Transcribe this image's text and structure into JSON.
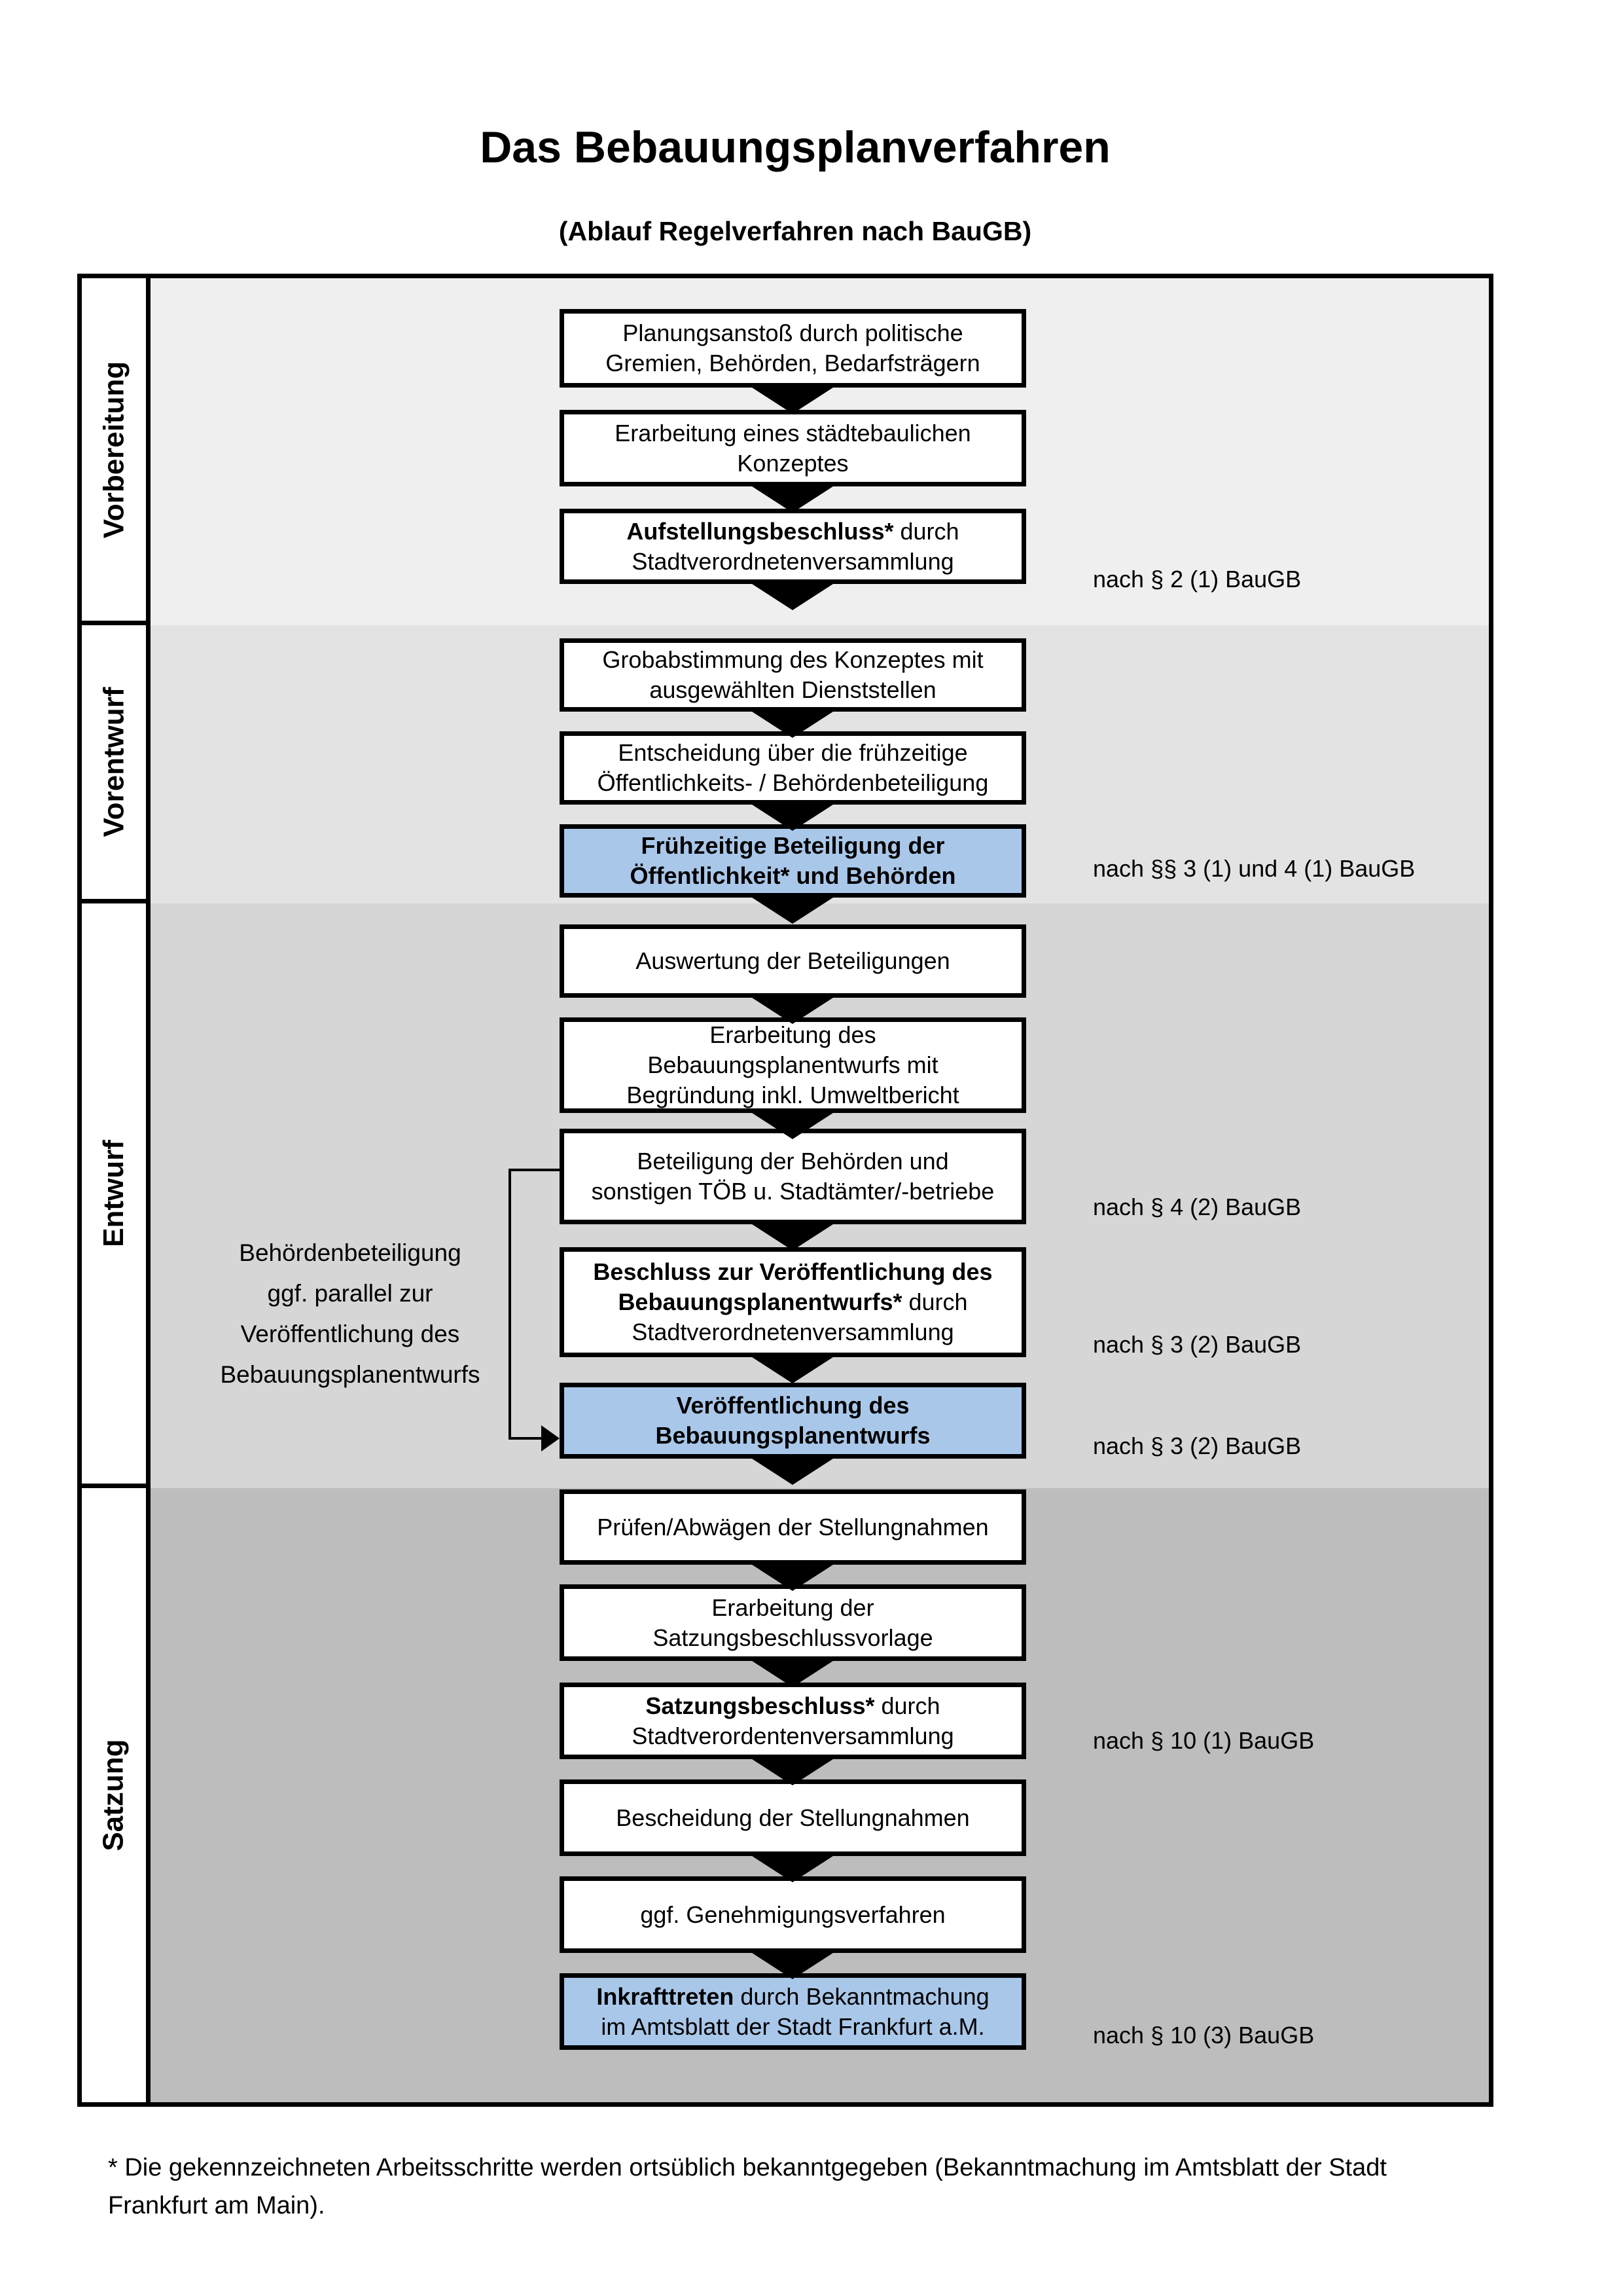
{
  "title": "Das Bebauungsplanverfahren",
  "subtitle": "(Ablauf Regelverfahren nach BauGB)",
  "phases": [
    {
      "label": "Vorbereitung"
    },
    {
      "label": "Vorentwurf"
    },
    {
      "label": "Entwurf"
    },
    {
      "label": "Satzung"
    }
  ],
  "colors": {
    "highlight": "#a9c7e9",
    "phase_bg": [
      "#efefef",
      "#e3e3e3",
      "#d6d6d6",
      "#bdbdbd"
    ],
    "box_border": "#000000"
  },
  "steps": [
    {
      "bold": "",
      "text": "Planungsanstoß durch politische\nGremien, Behörden, Bedarfsträgern",
      "law": ""
    },
    {
      "bold": "",
      "text": "Erarbeitung eines städtebaulichen\nKonzeptes",
      "law": ""
    },
    {
      "bold": "Aufstellungsbeschluss*",
      "text": " durch\nStadtverordnetenversammlung",
      "law": "nach § 2 (1) BauGB"
    },
    {
      "bold": "",
      "text": "Grobabstimmung des Konzeptes mit\nausgewählten Dienststellen",
      "law": ""
    },
    {
      "bold": "",
      "text": "Entscheidung über die frühzeitige\nÖffentlichkeits- / Behördenbeteiligung",
      "law": ""
    },
    {
      "bold": "Frühzeitige Beteiligung der\nÖffentlichkeit* und Behörden",
      "text": "",
      "highlight": true,
      "law": "nach §§ 3 (1) und 4 (1) BauGB"
    },
    {
      "bold": "",
      "text": "Auswertung der Beteiligungen",
      "law": ""
    },
    {
      "bold": "",
      "text": "Erarbeitung des\nBebauungsplanentwurfs mit\nBegründung inkl. Umweltbericht",
      "law": ""
    },
    {
      "bold": "",
      "text": "Beteiligung der Behörden und\nsonstigen TÖB u. Stadtämter/-betriebe",
      "law": "nach § 4 (2) BauGB"
    },
    {
      "bold": "Beschluss zur Veröffentlichung des\nBebauungsplanentwurfs*",
      "text": " durch\nStadtverordnetenversammlung",
      "law": "nach § 3 (2) BauGB"
    },
    {
      "bold": "Veröffentlichung des\nBebauungsplanentwurfs",
      "text": "",
      "highlight": true,
      "law": "nach § 3 (2) BauGB"
    },
    {
      "bold": "",
      "text": "Prüfen/Abwägen der Stellungnahmen",
      "law": ""
    },
    {
      "bold": "",
      "text": "Erarbeitung der\nSatzungsbeschlussvorlage",
      "law": ""
    },
    {
      "bold": "Satzungsbeschluss*",
      "text": " durch\nStadtverordentenversammlung",
      "law": "nach § 10 (1) BauGB"
    },
    {
      "bold": "",
      "text": "Bescheidung der Stellungnahmen",
      "law": ""
    },
    {
      "bold": "",
      "text": "ggf. Genehmigungsverfahren",
      "law": ""
    },
    {
      "bold": "Inkrafttreten",
      "text": " durch Bekanntmachung\nim Amtsblatt der Stadt Frankfurt a.M.",
      "highlight": true,
      "law": "nach § 10 (3) BauGB"
    }
  ],
  "side_note": {
    "text": "Behördenbeteiligung\nggf. parallel zur\nVeröffentlichung des\nBebauungsplanentwurfs"
  },
  "footnote": {
    "text": "* Die gekennzeichneten Arbeitsschritte werden ortsüblich bekanntgegeben (Bekanntmachung im Amtsblatt  der Stadt\nFrankfurt am Main)."
  }
}
